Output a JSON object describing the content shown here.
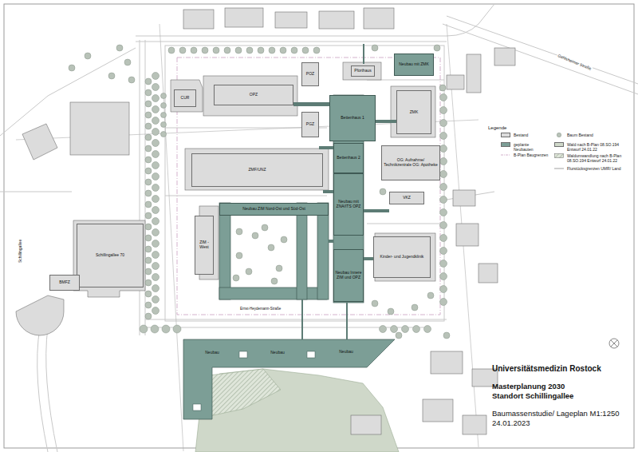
{
  "diagram": {
    "title": "Universitätsmedizin Rostock",
    "nodes": [
      {
        "text": [
          "Neubau mit ZMK"
        ]
      },
      {
        "text": [
          "Pforthaus"
        ]
      },
      {
        "text": [
          "POZ"
        ]
      },
      {
        "text": [
          "CUR"
        ]
      },
      {
        "text": [
          "OPZ"
        ]
      },
      {
        "text": [
          "Bettenhaus 1"
        ]
      },
      {
        "text": [
          "ZMK"
        ]
      },
      {
        "text": [
          "PGZ"
        ]
      },
      {
        "text": [
          "Bettenhaus 2"
        ]
      },
      {
        "text": [
          "OG: Aufnahme/ Technikzentrale OG: Apotheke"
        ]
      },
      {
        "text": [
          "ZMF/UNZ"
        ]
      },
      {
        "text": [
          "Neubau mit ZNA/ITS OPZ"
        ]
      },
      {
        "text": [
          "VKZ"
        ]
      },
      {
        "text": [
          "Neubau ZIM Nord-Ost und Süd-Ost"
        ]
      },
      {
        "text": [
          "ZIM -West"
        ]
      },
      {
        "text": [
          "Schillingallee 70"
        ]
      },
      {
        "text": [
          "Neubau Innere ZIM und OPZ"
        ]
      },
      {
        "text": [
          "Kinder- und Jugendklinik"
        ]
      },
      {
        "text": [
          "BMFZ"
        ]
      },
      {
        "text": [
          "Neubau"
        ]
      },
      {
        "text": [
          "Neubau"
        ]
      },
      {
        "text": [
          "Neubau"
        ]
      }
    ],
    "labels": [
      "Gehlsheimer Straße",
      "Schillingallee",
      "Ernst-Heydemann-Straße",
      "Legende",
      "Masterplanung 2030",
      "Standort Schillingallee",
      "Baumassenstudie/ Lageplan M1:1250",
      "24.01.2023"
    ],
    "legend": [
      {
        "text": "Bestand",
        "color": "#dcdcdc"
      },
      {
        "text": "geplante Neubauten",
        "color": "#7c9e96"
      },
      {
        "text": "B-Plan Baugrenzen"
      },
      {
        "text": "Baum Bestand"
      },
      {
        "text": "Wald nach B-Plan 08.SO.194 Entwurf 24.01.22",
        "color": "#cfd8c9"
      },
      {
        "text": "Waldumwandlung nach B-Plan 08.SO.194 Entwurf 24.01.22"
      },
      {
        "text": "Flurstücksgrenzen UMR/ Land"
      }
    ]
  }
}
